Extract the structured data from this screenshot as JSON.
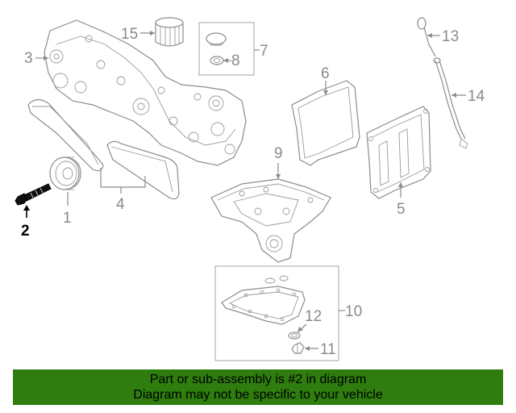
{
  "callouts": {
    "c1": "1",
    "c2": "2",
    "c3": "3",
    "c4": "4",
    "c5": "5",
    "c6": "6",
    "c7": "7",
    "c8": "8",
    "c9": "9",
    "c10": "10",
    "c11": "11",
    "c12": "12",
    "c13": "13",
    "c14": "14",
    "c15": "15"
  },
  "highlighted_part": "2",
  "colors": {
    "banner_bg": "#2e7d0e",
    "line_art": "#8c8c8c",
    "highlight": "#000000"
  },
  "banner": {
    "line1": "Part or sub-assembly is #2 in diagram",
    "line2": "Diagram may not be specific to your vehicle"
  }
}
